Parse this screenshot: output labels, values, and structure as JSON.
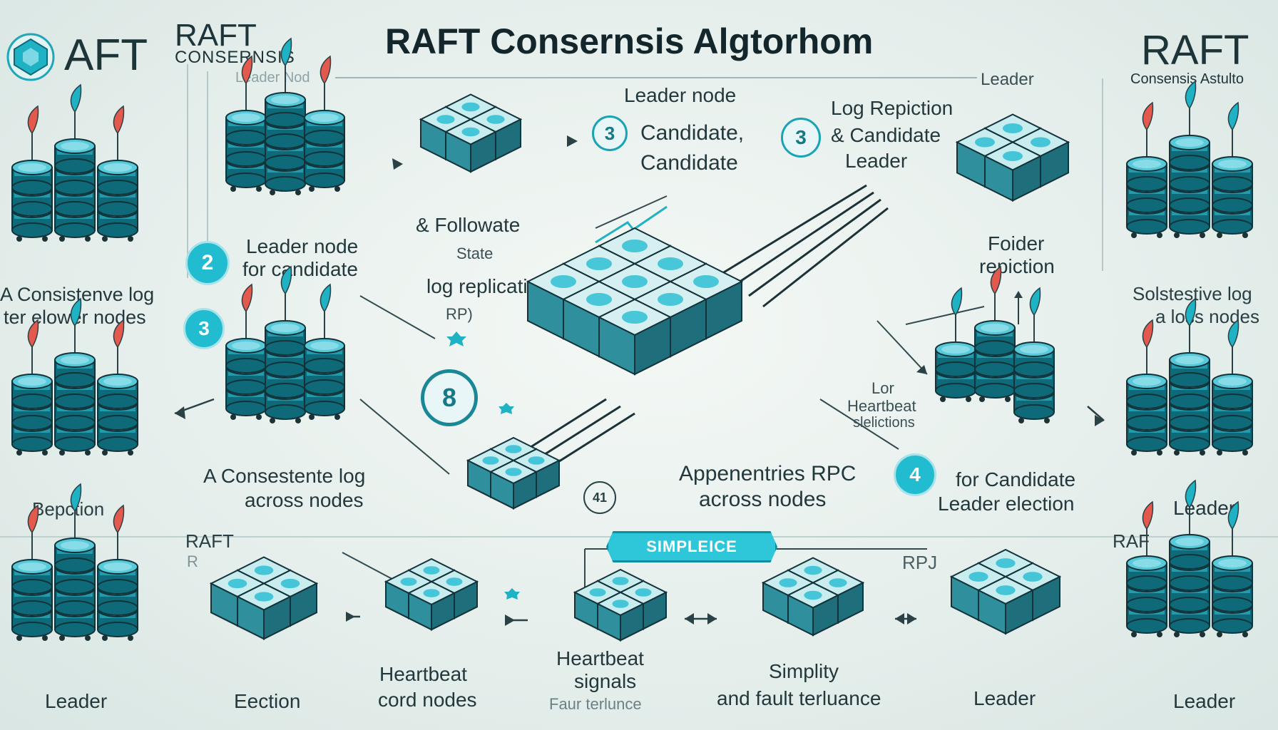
{
  "header": {
    "title": "RAFT Consernsis Algtorhom",
    "logo_left_text": "AFT",
    "logo_mid_line1": "RAFT",
    "logo_mid_line2": "CONSERNSIS",
    "faded_subtitle": "Leader Nod",
    "logo_right_line1": "RAFT",
    "logo_right_line2": "Consensis Astulto"
  },
  "top_row": {
    "leader_node_top": "Leader node",
    "badge_3a": "3",
    "candidate_line1": "Candidate,",
    "candidate_line2": "Candidate",
    "badge_3b": "3",
    "log_rep_line1": "Log Repiction",
    "log_rep_line2": "& Candidate",
    "log_rep_line3": "Leader",
    "leader_top_right": "Leader"
  },
  "middle": {
    "badge_2": "2",
    "leader_node_line1": "Leader node",
    "leader_node_line2": "for candidate",
    "followate_line1": "& Followate",
    "followate_line2": "State",
    "log_replication": "log replication",
    "rpc_label": "RP)",
    "consistent_left_line1": "A Consistenve log",
    "consistent_left_line2": "ter elower nodes",
    "badge_3c": "3",
    "badge_8": "8",
    "folder_line1": "Foider",
    "folder_line2": "repiction",
    "solstestive_line1": "Solstestive log",
    "solstestive_line2": "a loss nodes",
    "heartbeat_line1": "Lor",
    "heartbeat_line2": "Heartbeat",
    "heartbeat_line3": "slelictions"
  },
  "lower": {
    "consistent_line1": "A Consestente log",
    "consistent_line2": "across nodes",
    "badge_41": "41",
    "appent_line1": "Appenentries RPC",
    "appent_line2": "across nodes",
    "badge_4": "4",
    "candidate_line1": "for Candidate",
    "candidate_line2": "Leader election",
    "bepction": "Bepction",
    "leader_right": "Leader"
  },
  "bottom": {
    "pill": "SIMPLEICE",
    "raft_left": "RAFT",
    "raft_left_sub": "R",
    "rpj": "RPJ",
    "raft_right": "RAF",
    "labels": {
      "leader1": "Leader",
      "election": "Eection",
      "heartbeat1_line1": "Heartbeat",
      "heartbeat1_line2": "cord nodes",
      "heartbeat2_line1": "Heartbeat",
      "heartbeat2_line2": "signals",
      "heartbeat2_line3": "Faur terlunce",
      "simplity_line1": "Simplity",
      "simplity_line2": "and fault terluance",
      "leader2": "Leader",
      "leader3": "Leader"
    }
  },
  "colors": {
    "teal": "#1fb1c4",
    "teal_dark": "#0e6a78",
    "red_flag": "#e4594d",
    "text": "#22383c"
  }
}
